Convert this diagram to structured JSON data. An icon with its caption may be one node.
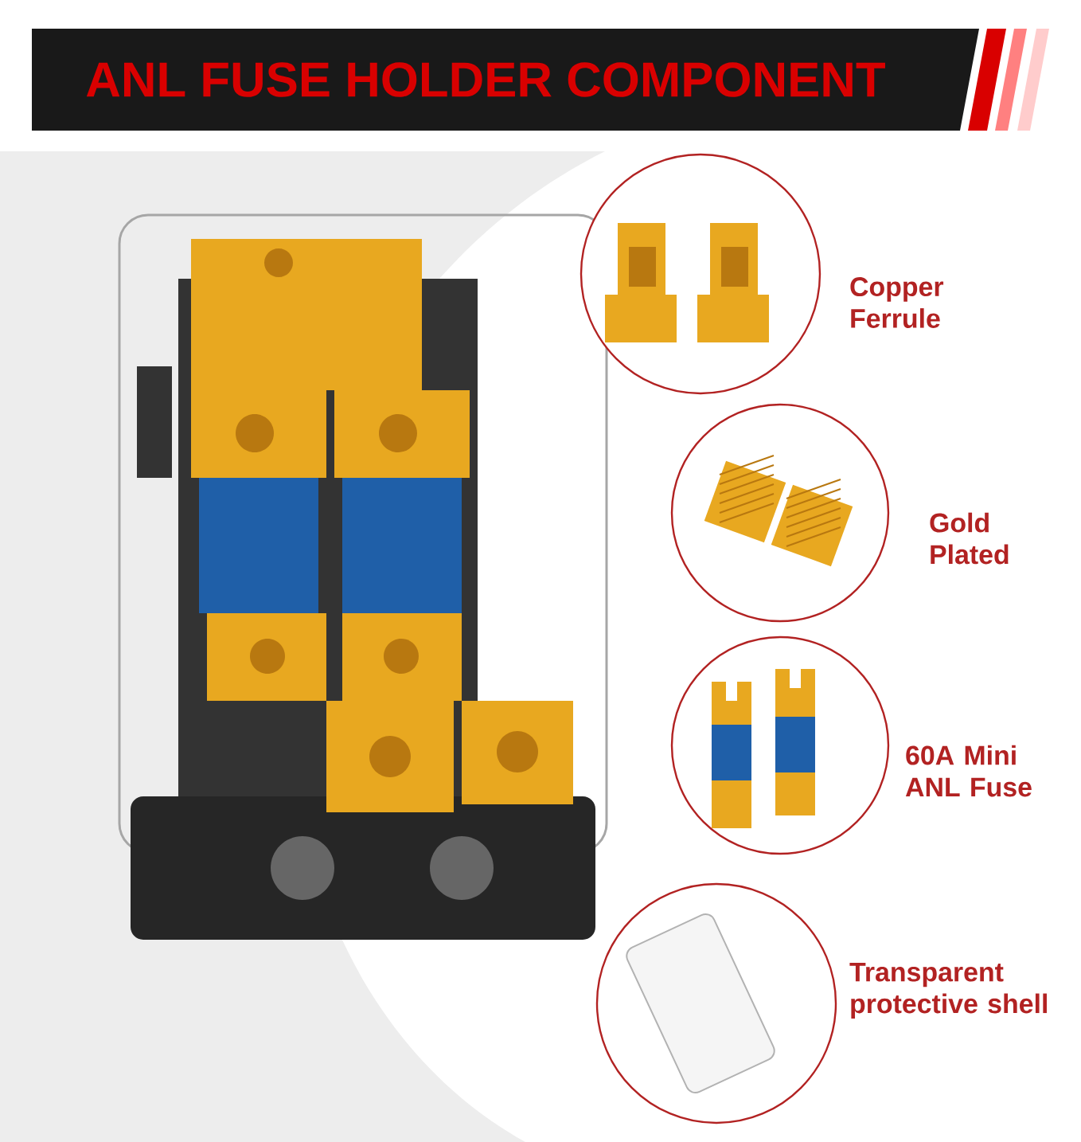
{
  "diagram": {
    "title": "ANL FUSE HOLDER COMPONENT",
    "nodes": [
      {
        "text": [],
        "shape": "picture"
      },
      {
        "text": [],
        "shape": "circle",
        "beside": [
          "Copper Ferrule"
        ]
      },
      {
        "text": [],
        "shape": "circle",
        "beside": [
          "Gold Plated"
        ]
      },
      {
        "text": [],
        "shape": "circle",
        "beside": [
          "60A Mini ANL Fuse"
        ]
      },
      {
        "text": [],
        "shape": "circle",
        "beside": [
          "Transparent protective shell"
        ]
      }
    ]
  }
}
